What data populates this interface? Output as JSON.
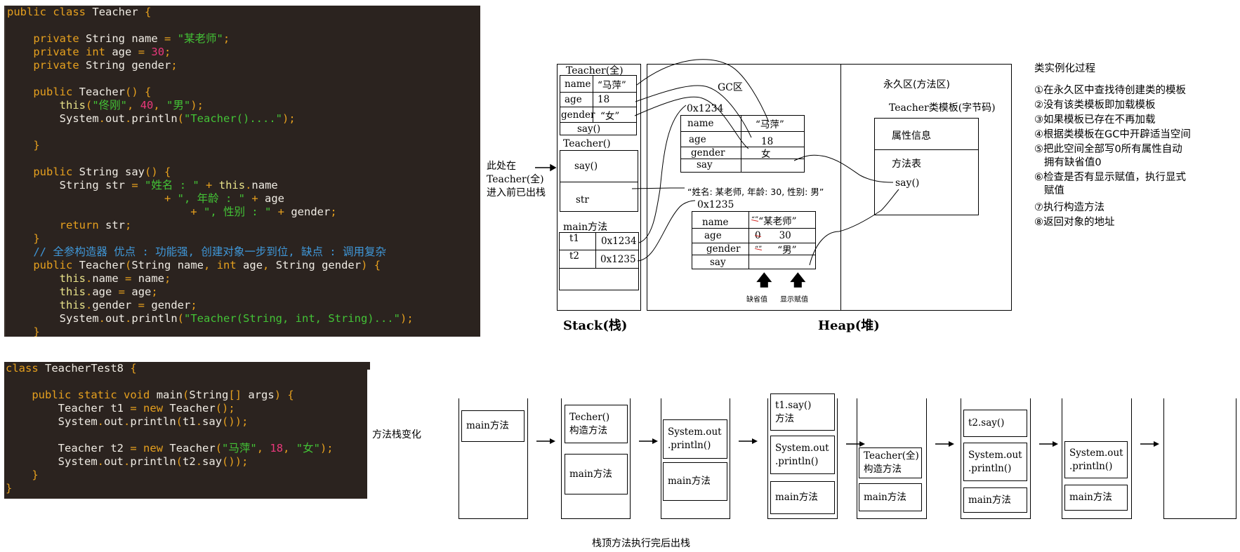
{
  "code_panel_teacher": {
    "lines": [
      "public class Teacher {",
      "",
      "    private String name = \"某老师\";",
      "    private int age = 30;",
      "    private String gender;",
      "",
      "    public Teacher() {",
      "        this(\"佟刚\", 40, \"男\");",
      "        System.out.println(\"Teacher()....\");",
      "",
      "    }",
      "",
      "    public String say() {",
      "        String str = \"姓名 : \" + this.name",
      "                        + \", 年龄 : \" + age",
      "                            + \", 性别 : \" + gender;",
      "        return str;",
      "    }",
      "    // 全参构造器 优点 : 功能强, 创建对象一步到位, 缺点 : 调用复杂",
      "    public Teacher(String name, int age, String gender) {",
      "        this.name = name;",
      "        this.age = age;",
      "        this.gender = gender;",
      "        System.out.println(\"Teacher(String, int, String)...\");",
      "    }"
    ]
  },
  "code_panel_test": {
    "lines": [
      "class TeacherTest8 {",
      "",
      "    public static void main(String[] args) {",
      "        Teacher t1 = new Teacher();",
      "        System.out.println(t1.say());",
      "",
      "        Teacher t2 = new Teacher(\"马萍\", 18, \"女\");",
      "        System.out.println(t2.say());",
      "    }",
      "}"
    ]
  },
  "memory_diagram": {
    "stack": {
      "title": "Stack(栈)",
      "teacher_full_frame": {
        "label": "Teacher(全)",
        "rows": [
          {
            "field": "name",
            "value": "“马萍”"
          },
          {
            "field": "age",
            "value": "18"
          },
          {
            "field": "gender",
            "value": "“女”"
          }
        ],
        "method": "say()"
      },
      "teacher_default_frame": {
        "label": "Teacher()",
        "rows": [
          {
            "label": "say()"
          },
          {
            "label": "str"
          }
        ]
      },
      "main_frame": {
        "label": "main方法",
        "rows": [
          {
            "var": "t1",
            "value": "0x1234"
          },
          {
            "var": "t2",
            "value": "0x1235"
          }
        ]
      },
      "side_note": [
        "此处在",
        "Teacher(全)",
        "进入前已出栈"
      ]
    },
    "heap": {
      "title": "Heap(堆)",
      "gc_label": "GC区",
      "say_result": "“姓名: 某老师, 年龄: 30, 性别: 男”",
      "object1": {
        "address": "0x1234",
        "rows": [
          {
            "field": "name",
            "value": "“马萍”"
          },
          {
            "field": "age",
            "value": "18"
          },
          {
            "field": "gender",
            "value": "女"
          },
          {
            "field": "say",
            "value": ""
          }
        ]
      },
      "object2": {
        "address": "0x1235",
        "rows": [
          {
            "field": "name",
            "old": "“”",
            "value": "“某老师”"
          },
          {
            "field": "age",
            "old": "0",
            "value": "30"
          },
          {
            "field": "gender",
            "old": "“”",
            "value": "“男”"
          },
          {
            "field": "say",
            "old": "",
            "value": ""
          }
        ],
        "arrow_labels": [
          "缺省值",
          "显示赋值"
        ]
      },
      "perm_area": {
        "label": "永久区(方法区)",
        "template_label": "Teacher类模板(字节码)",
        "attr_info": "属性信息",
        "method_table": "方法表",
        "method": "say()"
      }
    }
  },
  "instantiation_steps": {
    "title": "类实例化过程",
    "steps": [
      "①在永久区中查找待创建类的模板",
      "②没有该类模板即加载模板",
      "③如果模板已存在不再加载",
      "④根据类模板在GC中开辟适当空间",
      "⑤把此空间全部写0所有属性自动",
      "   拥有缺省值0",
      "⑥检查是否有显示赋值，执行显式",
      "   赋值",
      "⑦执行构造方法",
      "⑧返回对象的地址"
    ]
  },
  "method_stack_changes": {
    "label": "方法栈变化",
    "caption": "栈顶方法执行完后出栈",
    "stacks": [
      {
        "frames": [
          "main方法"
        ]
      },
      {
        "frames": [
          "Techer()\n构造方法",
          "main方法"
        ]
      },
      {
        "frames": [
          "System.out\n.println()",
          "main方法"
        ]
      },
      {
        "frames": [
          "t1.say()\n方法",
          "System.out\n.println()",
          "main方法"
        ]
      },
      {
        "frames": [
          "Teacher(全)\n构造方法",
          "main方法"
        ]
      },
      {
        "frames": [
          "t2.say()",
          "System.out\n.println()",
          "main方法"
        ]
      },
      {
        "frames": [
          "System.out\n.println()",
          "main方法"
        ]
      },
      {
        "frames": []
      }
    ]
  }
}
